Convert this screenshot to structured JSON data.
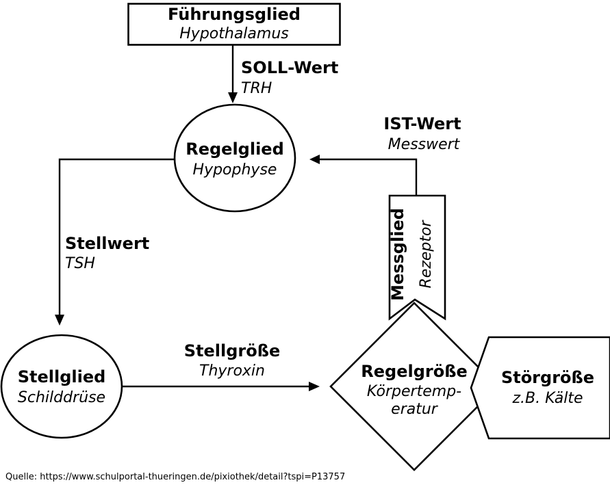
{
  "nodes": {
    "fuehrungsglied": {
      "title": "Führungsglied",
      "subtitle": "Hypothalamus"
    },
    "regelglied": {
      "title": "Regelglied",
      "subtitle": "Hypophyse"
    },
    "stellglied": {
      "title": "Stellglied",
      "subtitle": "Schilddrüse"
    },
    "regelgroesse": {
      "title": "Regelgröße",
      "subtitle_line1": "Körpertemp-",
      "subtitle_line2": "eratur"
    },
    "messglied": {
      "title": "Messglied",
      "subtitle": "Rezeptor"
    },
    "stoergroesse": {
      "title": "Störgröße",
      "subtitle": "z.B. Kälte"
    }
  },
  "edges": {
    "soll_wert": {
      "label": "SOLL-Wert",
      "sublabel": "TRH"
    },
    "ist_wert": {
      "label": "IST-Wert",
      "sublabel": "Messwert"
    },
    "stellwert": {
      "label": "Stellwert",
      "sublabel": "TSH"
    },
    "stellgroesse": {
      "label": "Stellgröße",
      "sublabel": "Thyroxin"
    }
  },
  "footer": {
    "source": "Quelle: https://www.schulportal-thueringen.de/pixiothek/detail?tspi=P13757"
  },
  "colors": {
    "ink": "#000000",
    "background": "#ffffff"
  }
}
